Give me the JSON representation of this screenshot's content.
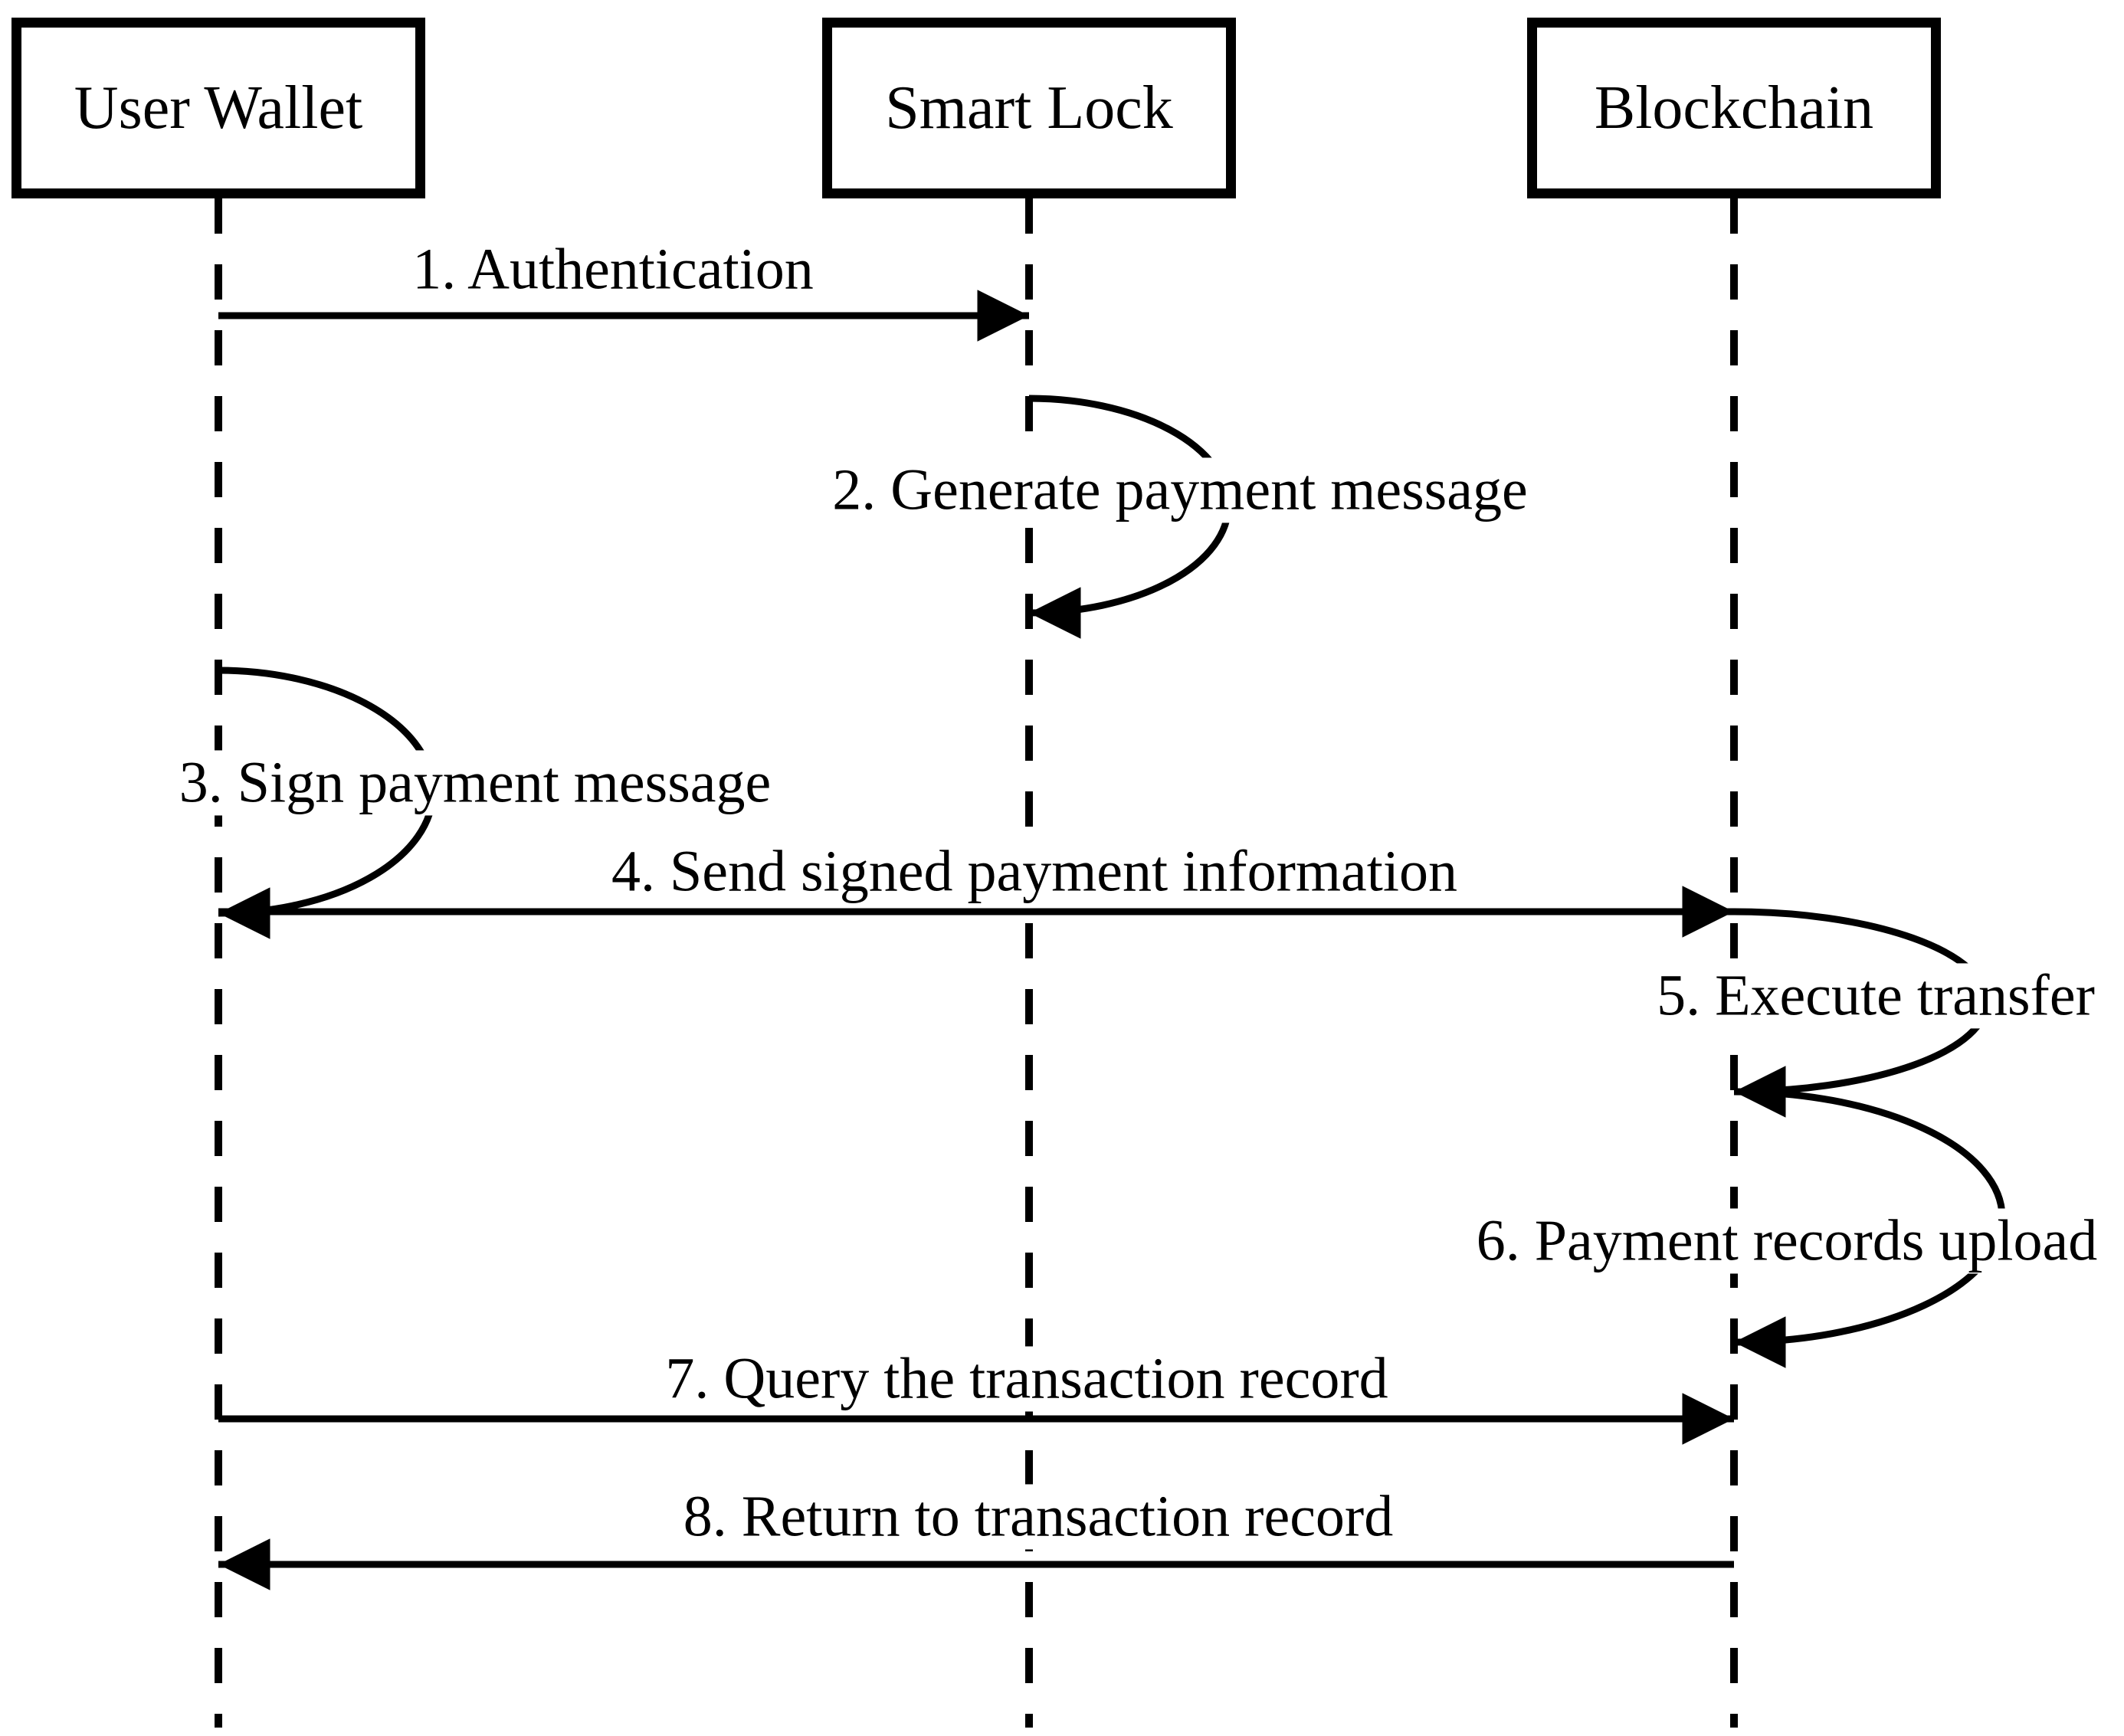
{
  "diagram": {
    "type": "uml-sequence-diagram",
    "colors": {
      "line": "#000000",
      "background": "#ffffff",
      "text": "#000000"
    },
    "actors": [
      {
        "id": "user-wallet",
        "label": "User Wallet"
      },
      {
        "id": "smart-lock",
        "label": "Smart Lock"
      },
      {
        "id": "blockchain",
        "label": "Blockchain"
      }
    ],
    "messages": [
      {
        "seq": 1,
        "label": "1. Authentication",
        "from": "User Wallet",
        "to": "Smart Lock",
        "kind": "message"
      },
      {
        "seq": 2,
        "label": "2. Generate payment message",
        "from": "Smart Lock",
        "to": "Smart Lock",
        "kind": "self-message"
      },
      {
        "seq": 3,
        "label": "3. Sign payment message",
        "from": "User Wallet",
        "to": "User Wallet",
        "kind": "self-message"
      },
      {
        "seq": 4,
        "label": "4. Send signed payment information",
        "from": "User Wallet",
        "to": "Blockchain",
        "kind": "message"
      },
      {
        "seq": 5,
        "label": "5. Execute transfer",
        "from": "Blockchain",
        "to": "Blockchain",
        "kind": "self-message"
      },
      {
        "seq": 6,
        "label": "6. Payment records upload",
        "from": "Blockchain",
        "to": "Blockchain",
        "kind": "self-message"
      },
      {
        "seq": 7,
        "label": "7. Query the transaction record",
        "from": "User Wallet",
        "to": "Blockchain",
        "kind": "message"
      },
      {
        "seq": 8,
        "label": "8. Return to transaction record",
        "from": "Blockchain",
        "to": "User Wallet",
        "kind": "message"
      }
    ]
  }
}
